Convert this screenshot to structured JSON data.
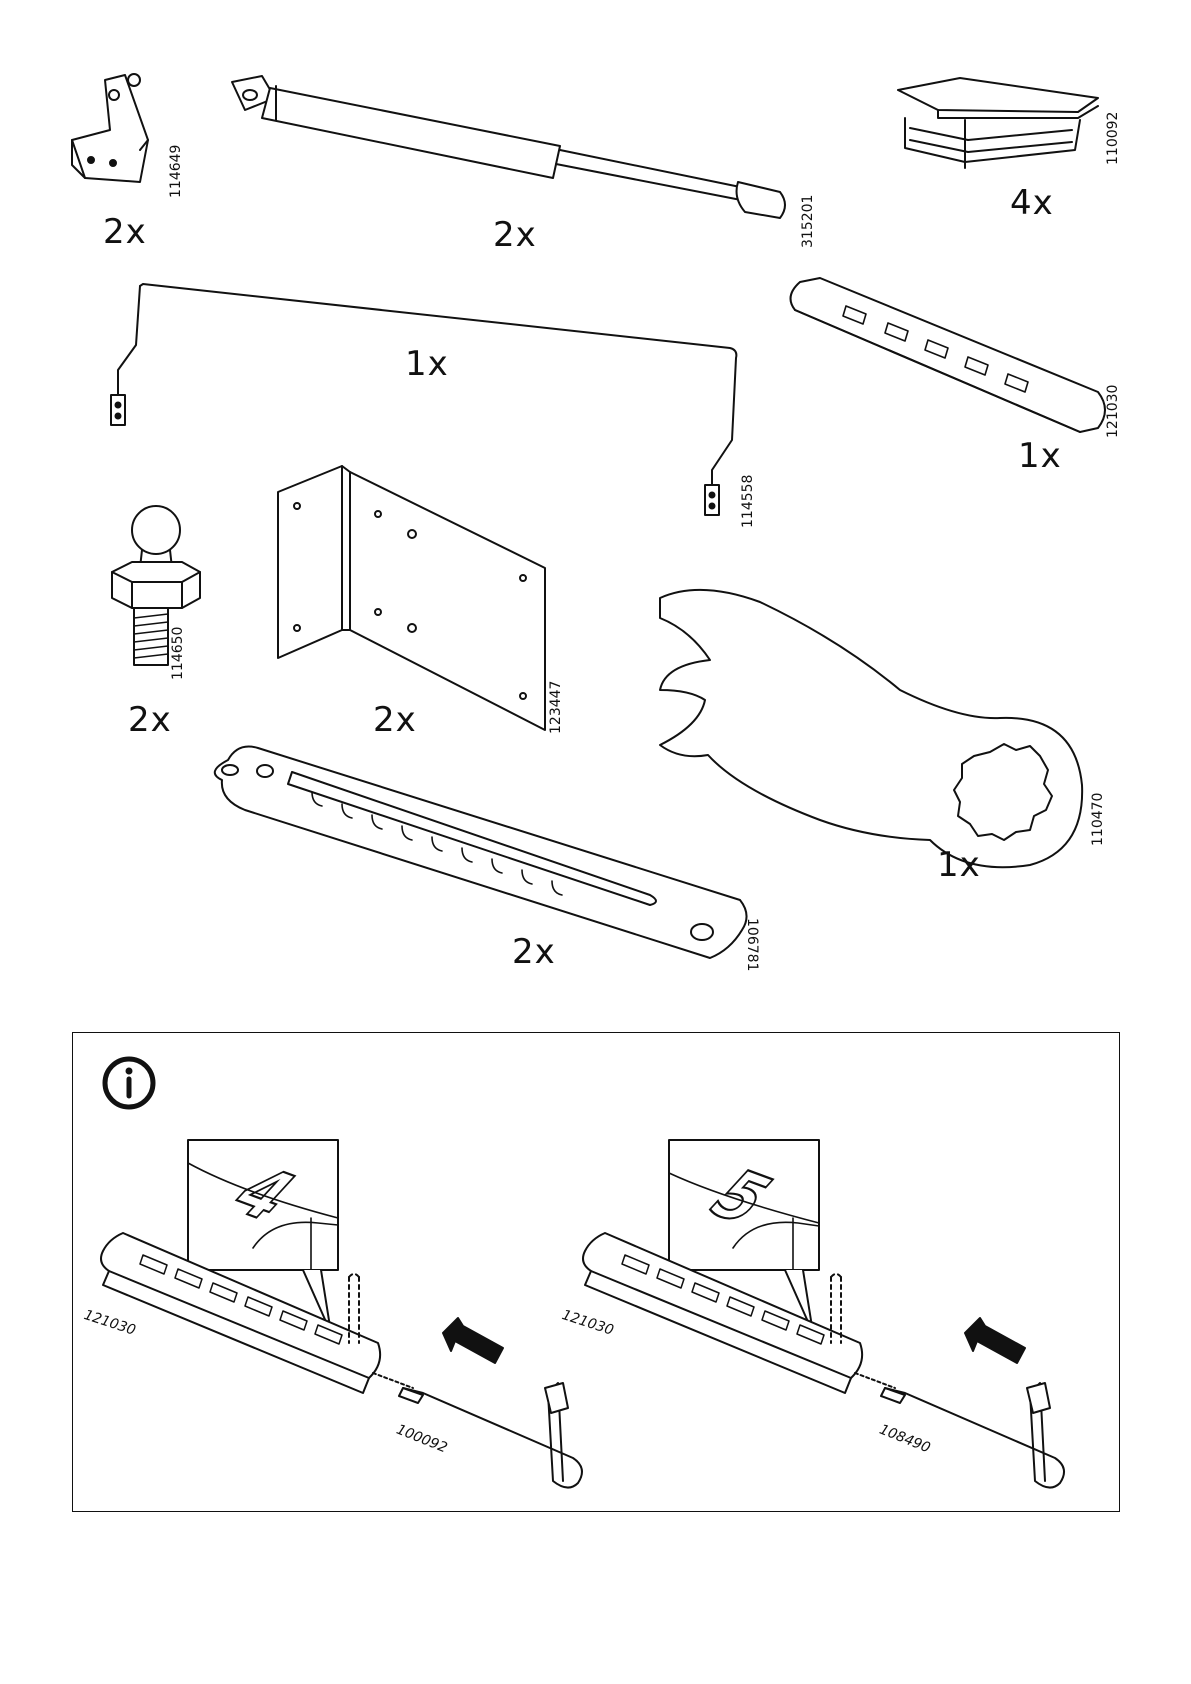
{
  "parts": [
    {
      "id": "hinge-bracket",
      "quantity": "2x",
      "part_number": "114649"
    },
    {
      "id": "gas-spring",
      "quantity": "2x",
      "part_number": "315201"
    },
    {
      "id": "end-cap",
      "quantity": "4x",
      "part_number": "110092"
    },
    {
      "id": "wire-rod",
      "quantity": "1x",
      "part_number": "114558"
    },
    {
      "id": "slotted-strip-small",
      "quantity": "1x",
      "part_number": "121030"
    },
    {
      "id": "ball-stud",
      "quantity": "2x",
      "part_number": "114650"
    },
    {
      "id": "angle-bracket",
      "quantity": "2x",
      "part_number": "123447"
    },
    {
      "id": "wrench",
      "quantity": "1x",
      "part_number": "110470"
    },
    {
      "id": "slotted-strip-long",
      "quantity": "2x",
      "part_number": "106781"
    }
  ],
  "info": {
    "icon": "info-icon",
    "left_detail": {
      "zoom_number": "4",
      "strip_number": "121030",
      "key_number": "100092"
    },
    "right_detail": {
      "zoom_number": "5",
      "strip_number": "121030",
      "key_number": "108490"
    }
  }
}
